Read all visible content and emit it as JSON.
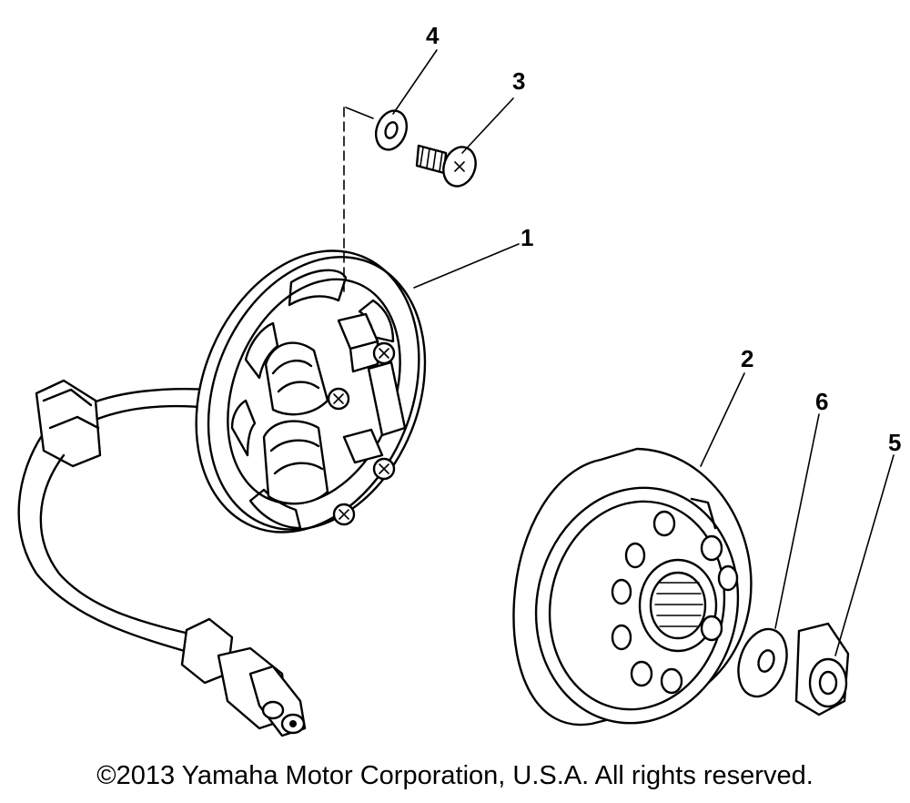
{
  "diagram": {
    "parts": [
      {
        "number": "1",
        "name": "stator-assembly"
      },
      {
        "number": "2",
        "name": "rotor-flywheel"
      },
      {
        "number": "3",
        "name": "screw"
      },
      {
        "number": "4",
        "name": "washer"
      },
      {
        "number": "5",
        "name": "nut"
      },
      {
        "number": "6",
        "name": "washer"
      }
    ]
  },
  "footer": {
    "copyright": "©2013 Yamaha Motor Corporation, U.S.A. All rights reserved."
  }
}
